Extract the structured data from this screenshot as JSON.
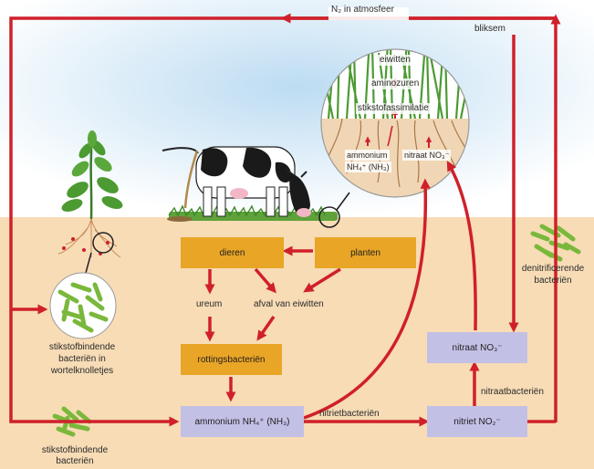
{
  "atmosphere": {
    "label": "N₂ in atmosfeer"
  },
  "lightning": {
    "label": "bliksem"
  },
  "circle": {
    "eiwitten": "eiwitten",
    "aminozuren": "aminozuren",
    "assimilatie": "stikstofassimilatie",
    "ammonium_1": "ammonium",
    "ammonium_2": "NH₄⁺ (NH₃)",
    "nitraat": "nitraat NO₃⁻"
  },
  "boxes": {
    "dieren": "dieren",
    "planten": "planten",
    "rotting": "rottingsbacteriën",
    "ammonium": "ammonium NH₄⁺ (NH₃)",
    "nitriet": "nitriet NO₂⁻",
    "nitraat": "nitraat NO₃⁻"
  },
  "labels": {
    "ureum": "ureum",
    "afval": "afval van eiwitten",
    "nitrietbacterien": "nitrietbacteriën",
    "nitraatbacterien": "nitraatbacteriën",
    "denitrificerende_1": "denitrificerende",
    "denitrificerende_2": "bacteriën",
    "knol_1": "stikstofbindende",
    "knol_2": "bacteriën in",
    "knol_3": "wortelknolletjes",
    "bodem_1": "stikstofbindende",
    "bodem_2": "bacteriën"
  }
}
